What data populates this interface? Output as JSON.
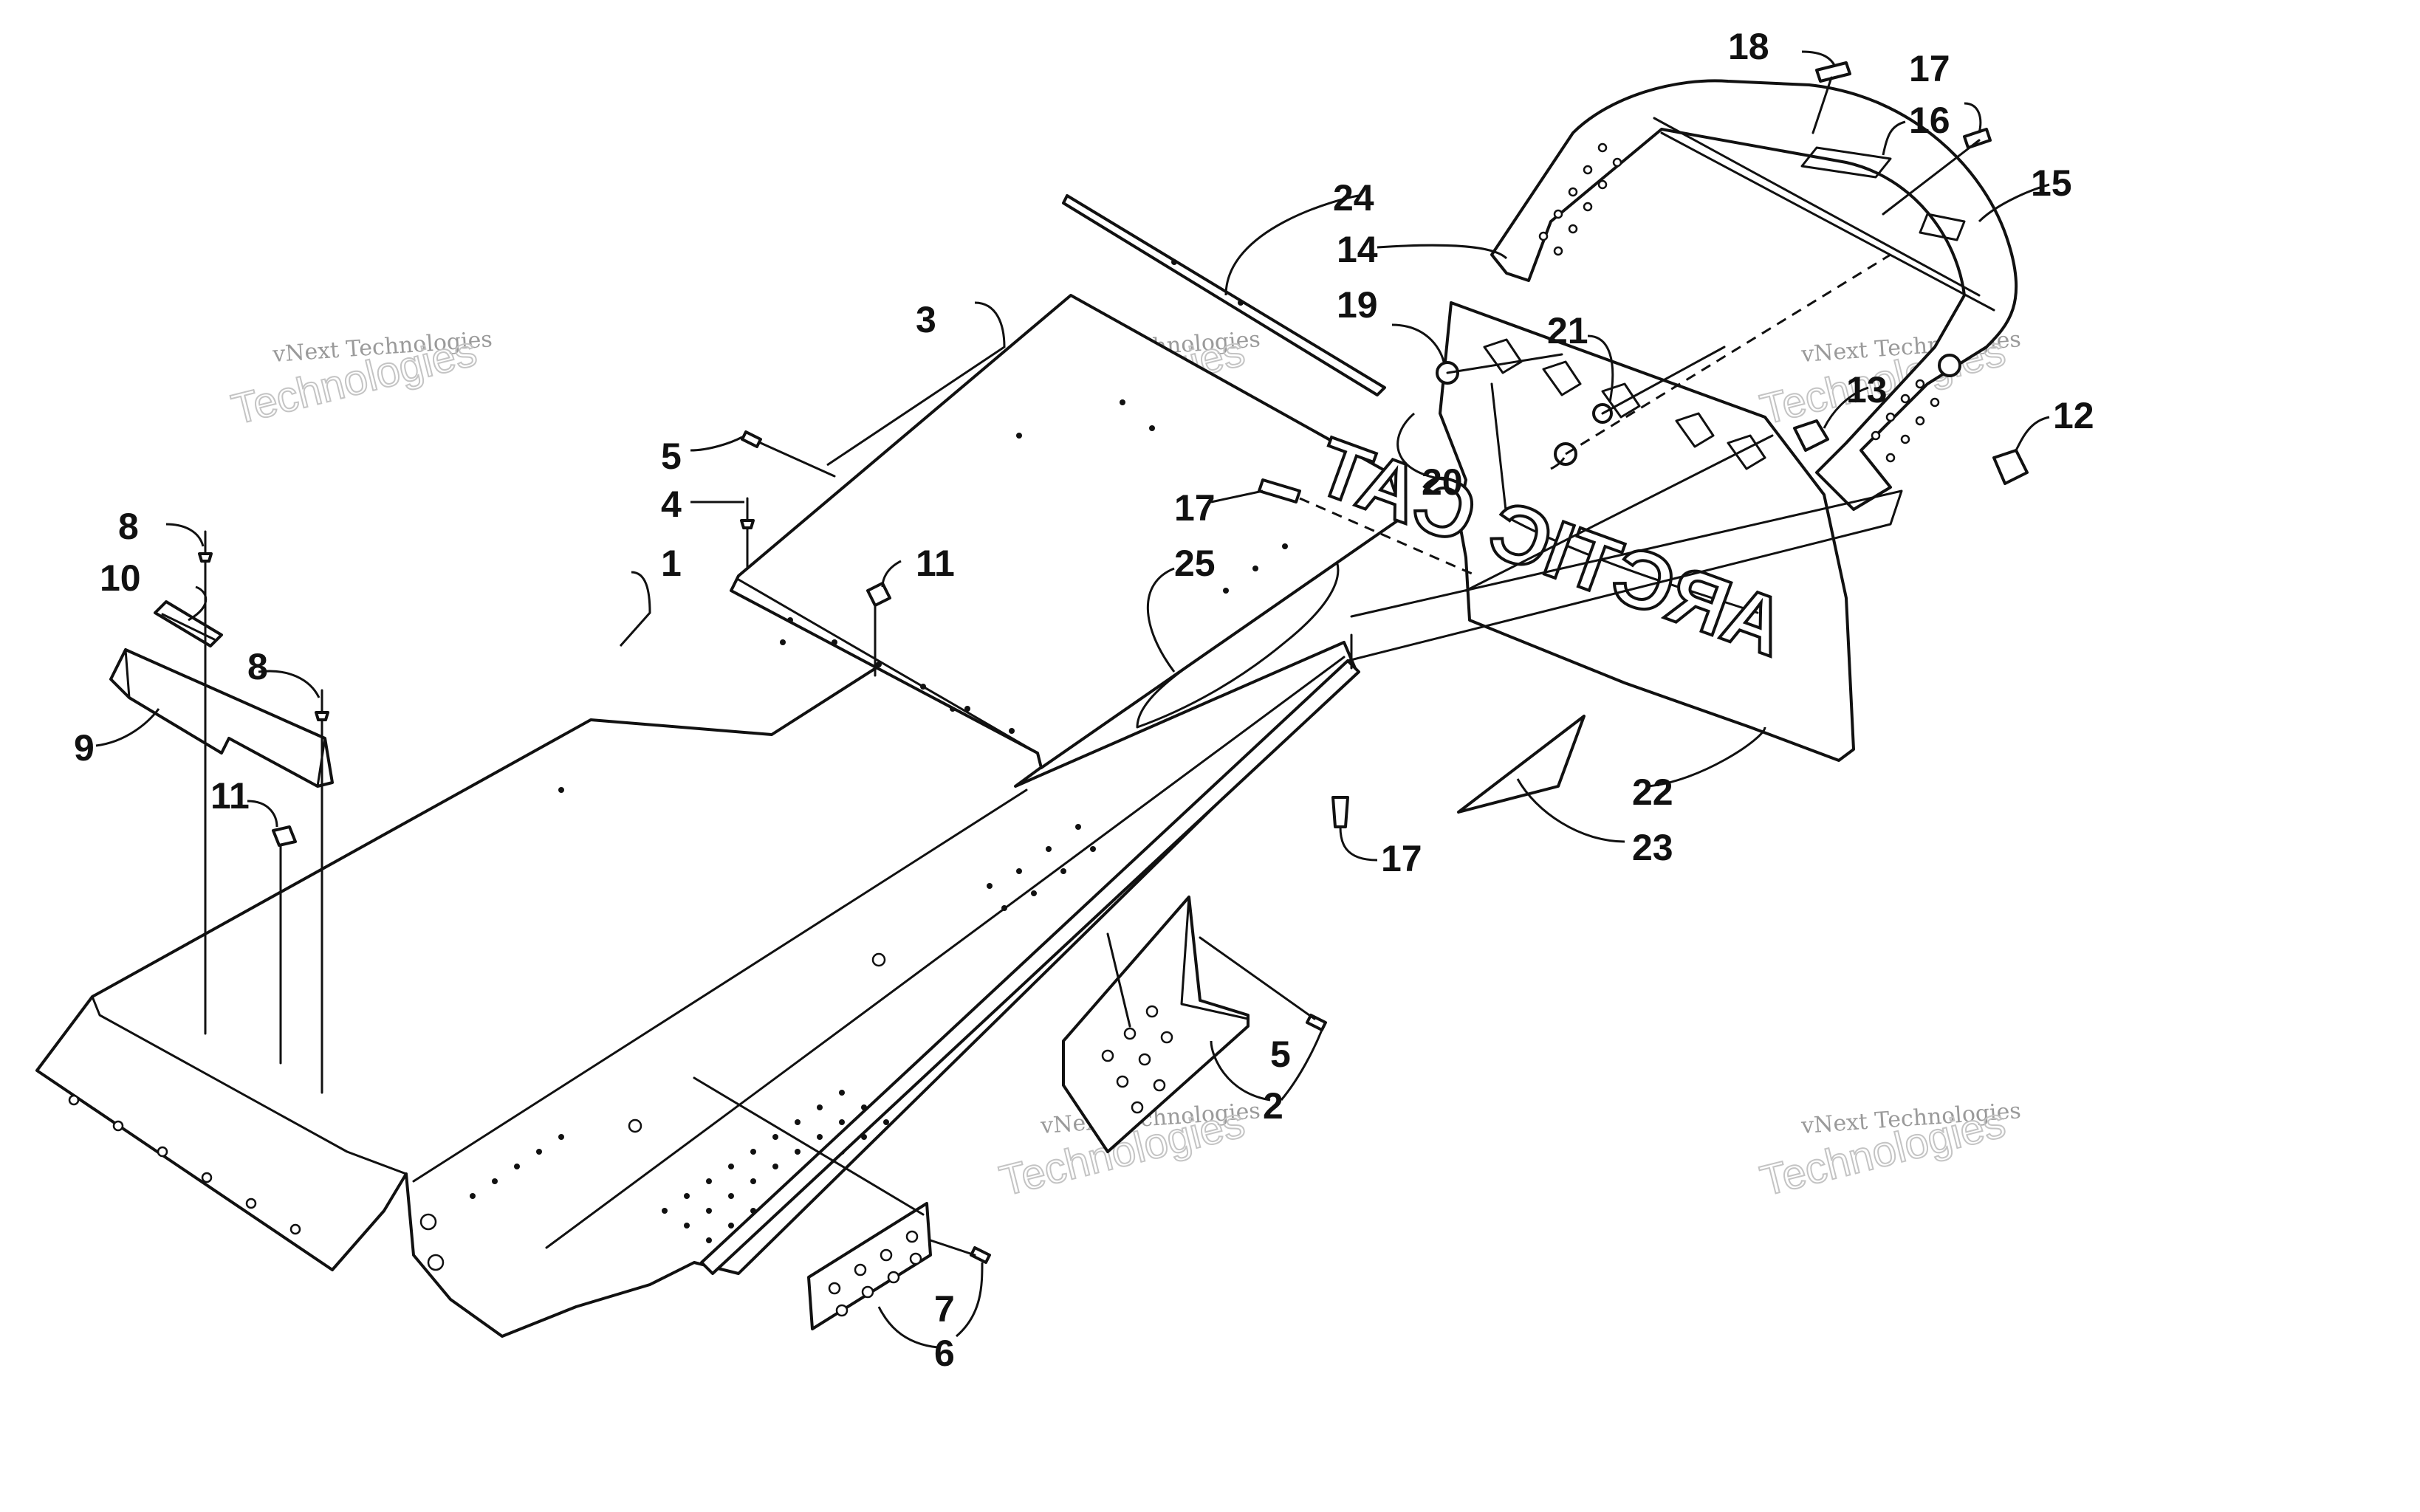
{
  "diagram": {
    "brand_text": "ARCTIC CAT",
    "watermark_line1": "vNext Technologies",
    "watermark_line2": "Technologies",
    "callouts": {
      "c1": "1",
      "c2": "2",
      "c3": "3",
      "c4": "4",
      "c5a": "5",
      "c5b": "5",
      "c6": "6",
      "c7": "7",
      "c8a": "8",
      "c8b": "8",
      "c9": "9",
      "c10": "10",
      "c11a": "11",
      "c11b": "11",
      "c12": "12",
      "c13": "13",
      "c14": "14",
      "c15": "15",
      "c16": "16",
      "c17a": "17",
      "c17b": "17",
      "c17c": "17",
      "c18": "18",
      "c19": "19",
      "c20": "20",
      "c21": "21",
      "c22": "22",
      "c23": "23",
      "c24": "24",
      "c25": "25"
    }
  }
}
